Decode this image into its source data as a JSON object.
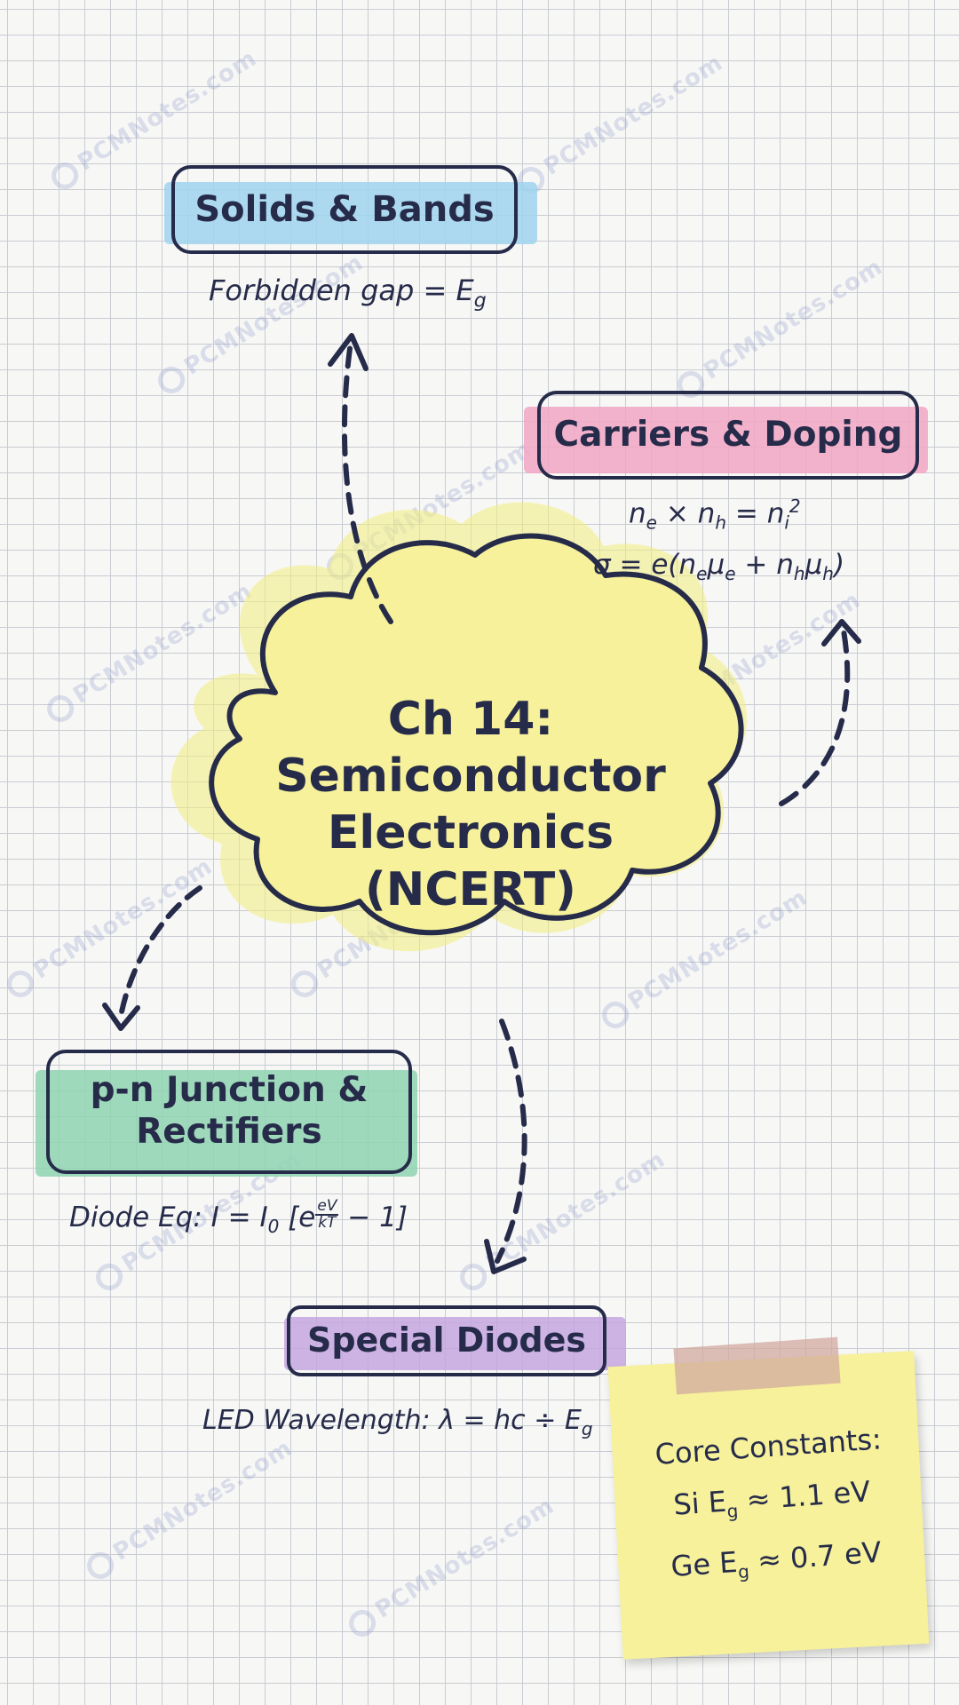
{
  "central": {
    "lines": [
      "Ch 14:",
      "Semiconductor",
      "Electronics",
      "(NCERT)"
    ]
  },
  "nodes": {
    "solids": {
      "title": "Solids & Bands",
      "formula": "Forbidden gap = E",
      "formula_sub": "g",
      "color": "#9fd3ef"
    },
    "carriers": {
      "title": "Carriers & Doping",
      "color": "#f2a6c4",
      "formula1": {
        "a": "n",
        "a_sub": "e",
        "op": " × ",
        "b": "n",
        "b_sub": "h",
        "eq": " = ",
        "c": "n",
        "c_sub": "i",
        "c_sup": "2"
      },
      "formula2": "σ = e(n",
      "formula2_parts": [
        "e",
        "μ",
        "e",
        " + n",
        "h",
        "μ",
        "h",
        ")"
      ]
    },
    "pn": {
      "title_line1": "p-n Junction &",
      "title_line2": "Rectifiers",
      "color": "#8fd3b2",
      "formula_prefix": "Diode Eq: I = I",
      "formula_sub": "0",
      "formula_bracket_open": "[e",
      "exp_num": "eV",
      "exp_den": "kT",
      "formula_rest": " − 1]"
    },
    "special": {
      "title": "Special Diodes",
      "color": "#c6a6e0",
      "formula": "LED Wavelength: λ = hc ÷ E",
      "formula_sub": "g"
    }
  },
  "sticky_note": {
    "title": "Core Constants:",
    "line1": {
      "prefix": "Si E",
      "sub": "g",
      "value": " ≈ 1.1 eV"
    },
    "line2": {
      "prefix": "Ge E",
      "sub": "g",
      "value": " ≈ 0.7 eV"
    }
  },
  "watermark_text": "PCMNotes.com",
  "colors": {
    "ink": "#262b4a",
    "cloud_fill": "#f6f19a",
    "cloud_glow": "#f3ef7c",
    "note": "#f6f19a"
  }
}
